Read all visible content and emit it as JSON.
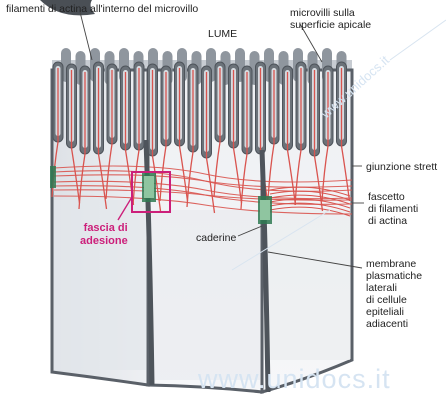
{
  "labels": {
    "filament_microvillus": "filamenti di actina all'interno del microvillo",
    "lume": "LUME",
    "microvilli_line1": "microvilli sulla",
    "microvilli_line2": "superficie apicale",
    "giunzione": "giunzione strett",
    "fascetto_line1": "fascetto",
    "fascetto_line2": "di filamenti",
    "fascetto_line3": "di actina",
    "fascia_line1": "fascia di",
    "fascia_line2": "adesione",
    "caderine": "caderine",
    "membrane_line1": "membrane",
    "membrane_line2": "plasmatiche",
    "membrane_line3": "laterali",
    "membrane_line4": "di cellule",
    "membrane_line5": "epiteliali",
    "membrane_line6": "adiacenti"
  },
  "watermark": {
    "bottom": "www.unidocs.it",
    "diagonal": "www.unidocs.it"
  },
  "colors": {
    "highlight": "#cc1f7a",
    "actin": "#d9544f",
    "membrane": "#5a6068",
    "cytoplasm": "#e9ecef"
  }
}
